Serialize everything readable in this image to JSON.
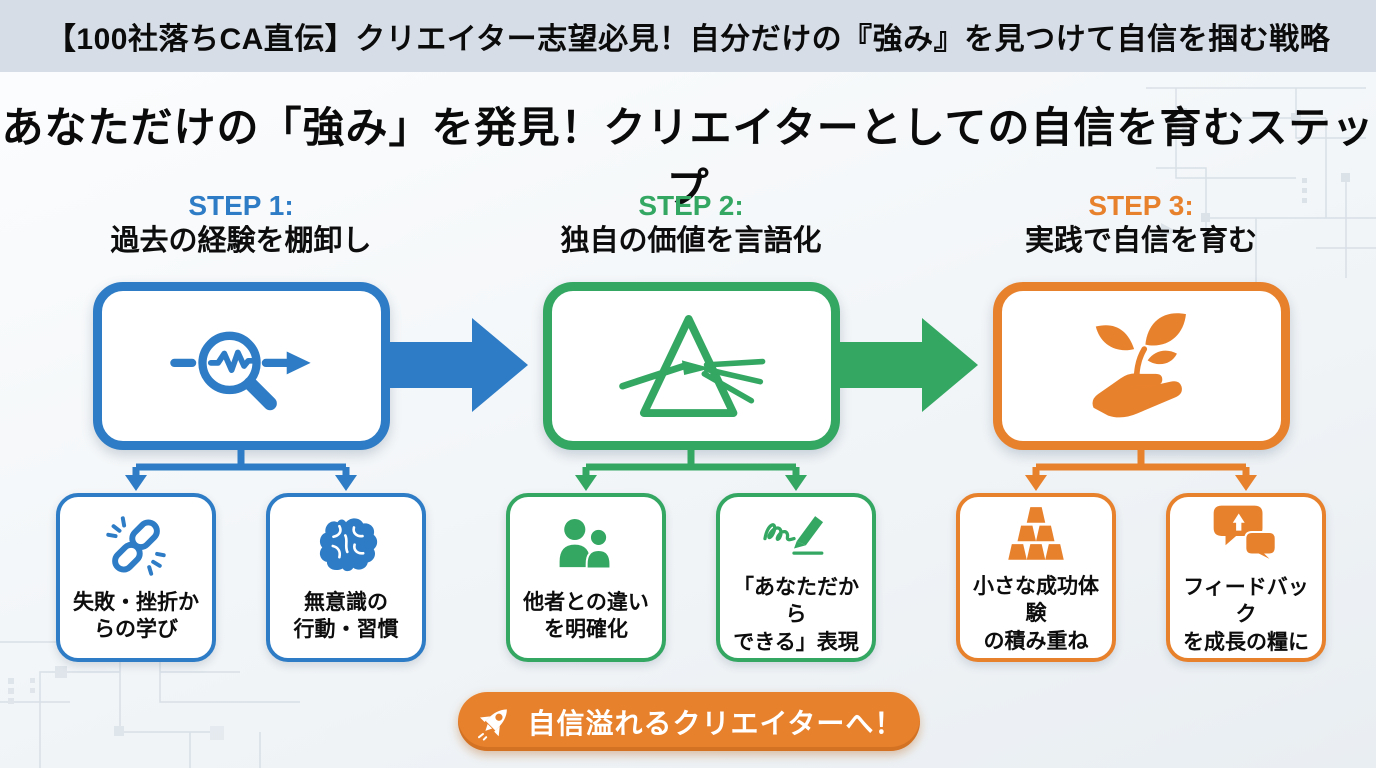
{
  "banner": {
    "title": "【100社落ちCA直伝】クリエイター志望必見！自分だけの『強み』を見つけて自信を掴む戦略"
  },
  "main_title": "あなただけの「強み」を発見！クリエイターとしての自信を育むステップ",
  "colors": {
    "step1_blue": "#2e7cc5",
    "step2_green": "#34a763",
    "step3_orange": "#e8812c",
    "banner_bg": "#d6dde6",
    "box_bg": "#ffffff",
    "text": "#0d0d0d"
  },
  "steps": [
    {
      "label": "STEP 1:",
      "title": "過去の経験を棚卸し",
      "color": "#2e7cc5",
      "icon": "magnifier-analysis-icon",
      "sub_items": [
        {
          "label": "失敗・挫折か\nらの学び",
          "icon": "broken-chain-icon"
        },
        {
          "label": "無意識の\n行動・習慣",
          "icon": "brain-icon"
        }
      ]
    },
    {
      "label": "STEP 2:",
      "title": "独自の価値を言語化",
      "color": "#34a763",
      "icon": "prism-icon",
      "sub_items": [
        {
          "label": "他者との違い\nを明確化",
          "icon": "people-icon"
        },
        {
          "label": "「あなただから\nできる」表現",
          "icon": "signature-pen-icon"
        }
      ]
    },
    {
      "label": "STEP 3:",
      "title": "実践で自信を育む",
      "color": "#e8812c",
      "icon": "hand-seedling-icon",
      "sub_items": [
        {
          "label": "小さな成功体験\nの積み重ね",
          "icon": "gold-stack-icon"
        },
        {
          "label": "フィードバック\nを成長の糧に",
          "icon": "feedback-bubbles-icon"
        }
      ]
    }
  ],
  "footer_badge": {
    "label": "自信溢れるクリエイターへ！",
    "icon": "rocket-icon"
  }
}
